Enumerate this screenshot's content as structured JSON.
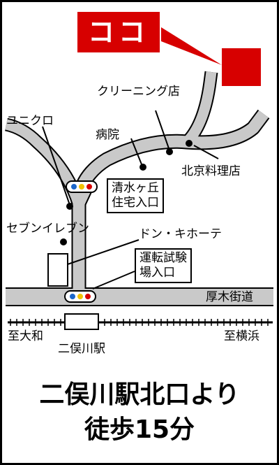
{
  "marker": {
    "label": "ココ",
    "color": "#d70000"
  },
  "landmarks": {
    "cleaning": "クリーニング店",
    "uniqlo": "ユニクロ",
    "hospital": "病院",
    "beijing": "北京料理店",
    "shimizugaoka_line1": "清水ヶ丘",
    "shimizugaoka_line2": "住宅入口",
    "seven": "セブンイレブン",
    "donki": "ドン・キホーテ",
    "license_line1": "運転試験",
    "license_line2": "場入口",
    "atsugi": "厚木街道"
  },
  "railway": {
    "to_yamato": "至大和",
    "to_yokohama": "至横浜",
    "station": "二俣川駅"
  },
  "footer": {
    "line1": "二俣川駅北口より",
    "line2": "徒歩15分"
  }
}
